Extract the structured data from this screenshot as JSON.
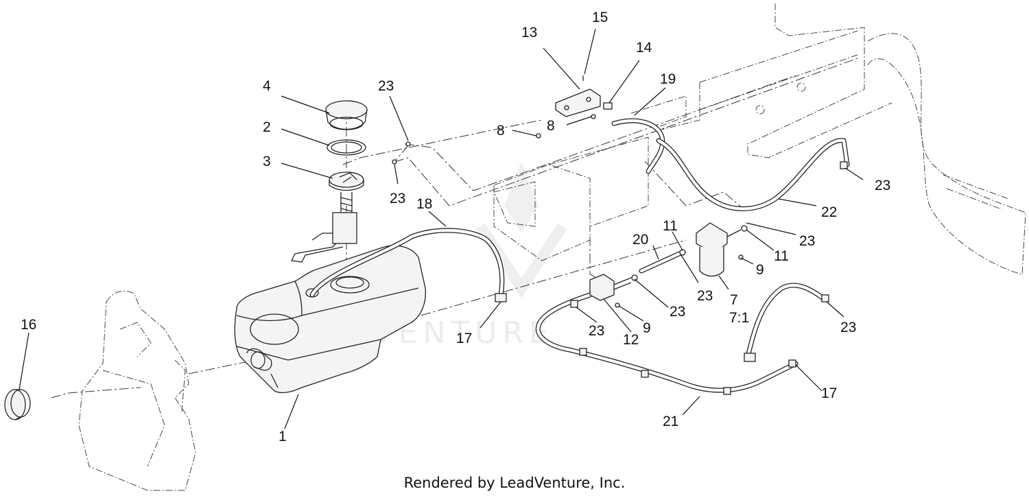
{
  "diagram": {
    "callouts": [
      {
        "id": "c1",
        "text": "1"
      },
      {
        "id": "c2",
        "text": "2"
      },
      {
        "id": "c3",
        "text": "3"
      },
      {
        "id": "c4",
        "text": "4"
      },
      {
        "id": "c7",
        "text": "7"
      },
      {
        "id": "c7-1",
        "text": "7:1"
      },
      {
        "id": "c8a",
        "text": "8"
      },
      {
        "id": "c8b",
        "text": "8"
      },
      {
        "id": "c9a",
        "text": "9"
      },
      {
        "id": "c9b",
        "text": "9"
      },
      {
        "id": "c11a",
        "text": "11"
      },
      {
        "id": "c11b",
        "text": "11"
      },
      {
        "id": "c12",
        "text": "12"
      },
      {
        "id": "c13",
        "text": "13"
      },
      {
        "id": "c14",
        "text": "14"
      },
      {
        "id": "c15",
        "text": "15"
      },
      {
        "id": "c16",
        "text": "16"
      },
      {
        "id": "c17a",
        "text": "17"
      },
      {
        "id": "c17b",
        "text": "17"
      },
      {
        "id": "c18",
        "text": "18"
      },
      {
        "id": "c19",
        "text": "19"
      },
      {
        "id": "c20",
        "text": "20"
      },
      {
        "id": "c21",
        "text": "21"
      },
      {
        "id": "c22",
        "text": "22"
      },
      {
        "id": "c23a",
        "text": "23"
      },
      {
        "id": "c23b",
        "text": "23"
      },
      {
        "id": "c23c",
        "text": "23"
      },
      {
        "id": "c23d",
        "text": "23"
      },
      {
        "id": "c23e",
        "text": "23"
      },
      {
        "id": "c23f",
        "text": "23"
      },
      {
        "id": "c23g",
        "text": "23"
      },
      {
        "id": "c23h",
        "text": "23"
      }
    ]
  },
  "watermark": "LEADVENTURE",
  "credit": "Rendered by LeadVenture, Inc."
}
